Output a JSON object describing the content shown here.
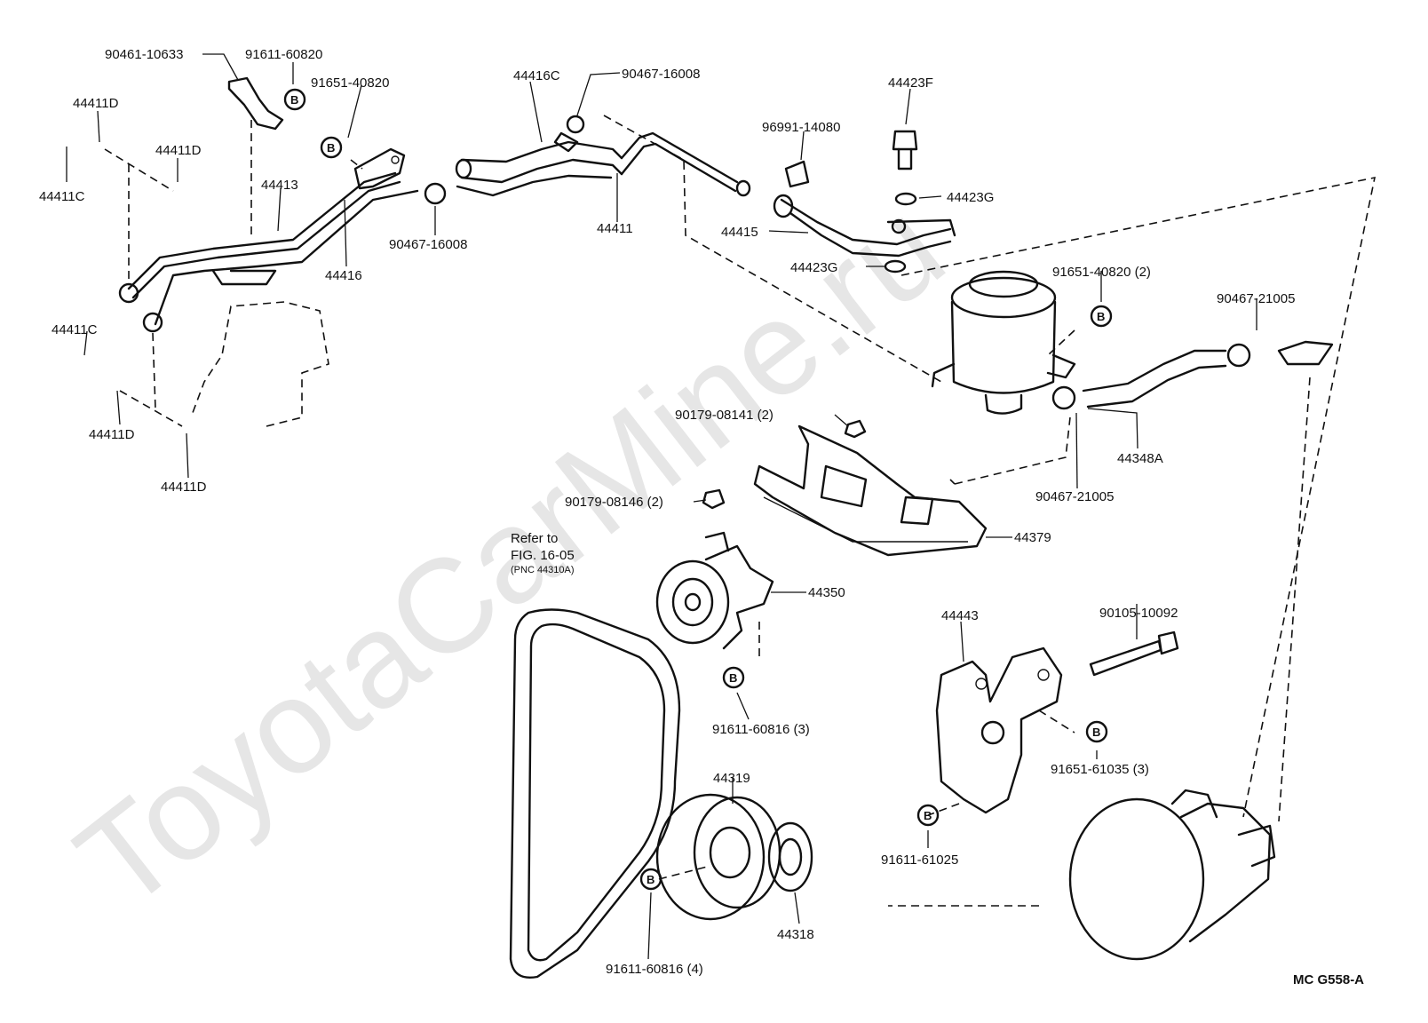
{
  "watermark": "ToyotaCarMine.ru",
  "drawing_code": "MC G558-A",
  "bolt_marker": "B",
  "refer_note": {
    "line1": "Refer to",
    "line2": "FIG. 16-05",
    "line3": "(PNC 44310A)"
  },
  "callouts": [
    {
      "id": "p01",
      "text": "90461-10633"
    },
    {
      "id": "p02",
      "text": "91611-60820"
    },
    {
      "id": "p03",
      "text": "91651-40820"
    },
    {
      "id": "p04",
      "text": "44411D"
    },
    {
      "id": "p05",
      "text": "44411D"
    },
    {
      "id": "p06",
      "text": "44411C"
    },
    {
      "id": "p07",
      "text": "44413"
    },
    {
      "id": "p08",
      "text": "44416"
    },
    {
      "id": "p09",
      "text": "44416C"
    },
    {
      "id": "p10",
      "text": "90467-16008"
    },
    {
      "id": "p11",
      "text": "90467-16008"
    },
    {
      "id": "p12",
      "text": "44411"
    },
    {
      "id": "p13",
      "text": "96991-14080"
    },
    {
      "id": "p14",
      "text": "44423F"
    },
    {
      "id": "p15",
      "text": "44423G"
    },
    {
      "id": "p16",
      "text": "44415"
    },
    {
      "id": "p17",
      "text": "44423G"
    },
    {
      "id": "p18",
      "text": "91651-40820 (2)"
    },
    {
      "id": "p19",
      "text": "90467-21005"
    },
    {
      "id": "p20",
      "text": "44411C"
    },
    {
      "id": "p21",
      "text": "44411D"
    },
    {
      "id": "p22",
      "text": "44411D"
    },
    {
      "id": "p23",
      "text": "90179-08141 (2)"
    },
    {
      "id": "p24",
      "text": "44348A"
    },
    {
      "id": "p25",
      "text": "90467-21005"
    },
    {
      "id": "p26",
      "text": "90179-08146 (2)"
    },
    {
      "id": "p27",
      "text": "44379"
    },
    {
      "id": "p28",
      "text": "44350"
    },
    {
      "id": "p29",
      "text": "90105-10092"
    },
    {
      "id": "p30",
      "text": "44443"
    },
    {
      "id": "p31",
      "text": "91611-60816 (3)"
    },
    {
      "id": "p32",
      "text": "91651-61035 (3)"
    },
    {
      "id": "p33",
      "text": "44319"
    },
    {
      "id": "p34",
      "text": "91611-61025"
    },
    {
      "id": "p35",
      "text": "44318"
    },
    {
      "id": "p36",
      "text": "91611-60816 (4)"
    }
  ]
}
